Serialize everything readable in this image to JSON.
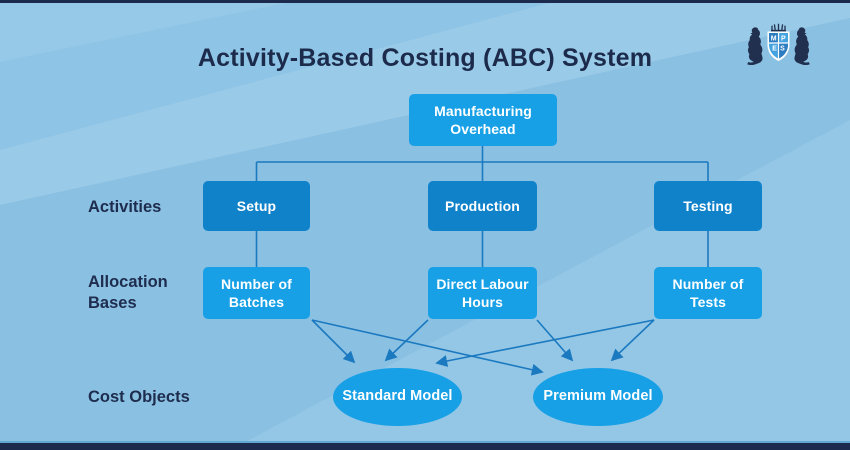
{
  "page": {
    "title": "Activity-Based Costing (ABC) System"
  },
  "logo": {
    "letters": [
      "M",
      "P",
      "E",
      "S"
    ]
  },
  "rows": {
    "activities": {
      "label": "Activities"
    },
    "allocation_bases": {
      "label": "Allocation Bases"
    },
    "cost_objects": {
      "label": "Cost Objects"
    }
  },
  "nodes": {
    "root": {
      "label": "Manufacturing Overhead"
    },
    "activities": [
      {
        "label": "Setup"
      },
      {
        "label": "Production"
      },
      {
        "label": "Testing"
      }
    ],
    "allocation_bases": [
      {
        "label": "Number of Batches"
      },
      {
        "label": "Direct Labour Hours"
      },
      {
        "label": "Number of Tests"
      }
    ],
    "cost_objects": [
      {
        "label": "Standard Model"
      },
      {
        "label": "Premium Model"
      }
    ]
  },
  "colors": {
    "background": "#8ec4e5",
    "top_bottom_bar": "#1c2b4d",
    "activity_box": "#0f82ca",
    "allocation_box": "#17a0e6",
    "root_box": "#17a0e6",
    "cost_object_ellipse": "#17a0e6",
    "connector_line": "#1b79c0",
    "title_text": "#1c2b4b",
    "row_label_text": "#1e2c4e",
    "node_text": "#ffffff"
  }
}
